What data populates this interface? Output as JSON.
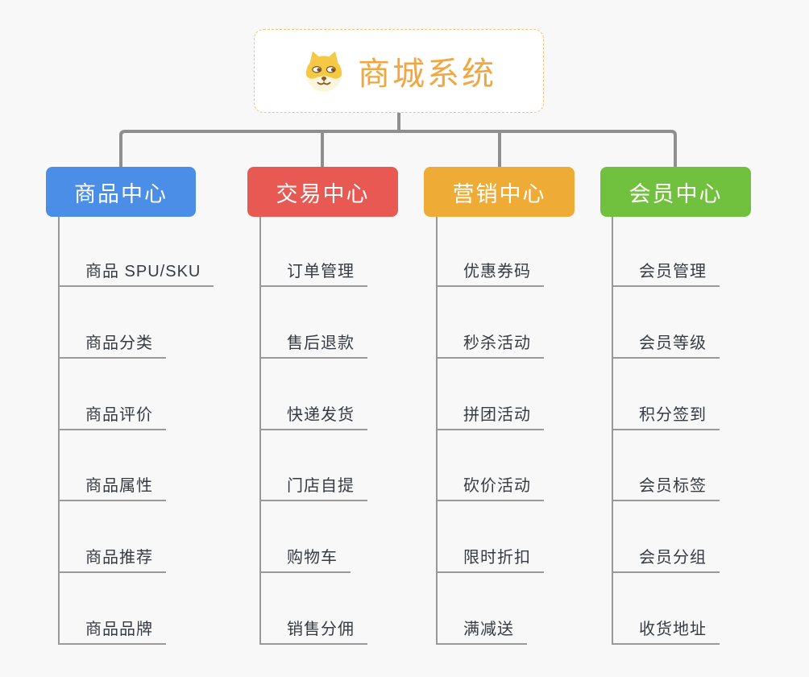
{
  "root": {
    "title": "商城系统",
    "icon": "dog-face-icon"
  },
  "branches": [
    {
      "title": "商品中心",
      "color": "#4a8ee8",
      "items": [
        "商品 SPU/SKU",
        "商品分类",
        "商品评价",
        "商品属性",
        "商品推荐",
        "商品品牌"
      ]
    },
    {
      "title": "交易中心",
      "color": "#e75952",
      "items": [
        "订单管理",
        "售后退款",
        "快递发货",
        "门店自提",
        "购物车",
        "销售分佣"
      ]
    },
    {
      "title": "营销中心",
      "color": "#eeab36",
      "items": [
        "优惠券码",
        "秒杀活动",
        "拼团活动",
        "砍价活动",
        "限时折扣",
        "满减送"
      ]
    },
    {
      "title": "会员中心",
      "color": "#72c13e",
      "items": [
        "会员管理",
        "会员等级",
        "积分签到",
        "会员标签",
        "会员分组",
        "收货地址"
      ]
    }
  ],
  "colors": {
    "background": "#f8f8f8",
    "connector_line": "#8f8f8f",
    "leaf_line": "#9a9a9a",
    "leaf_text": "#363b42",
    "root_text": "#f2a640",
    "root_border": "#f2c178"
  }
}
